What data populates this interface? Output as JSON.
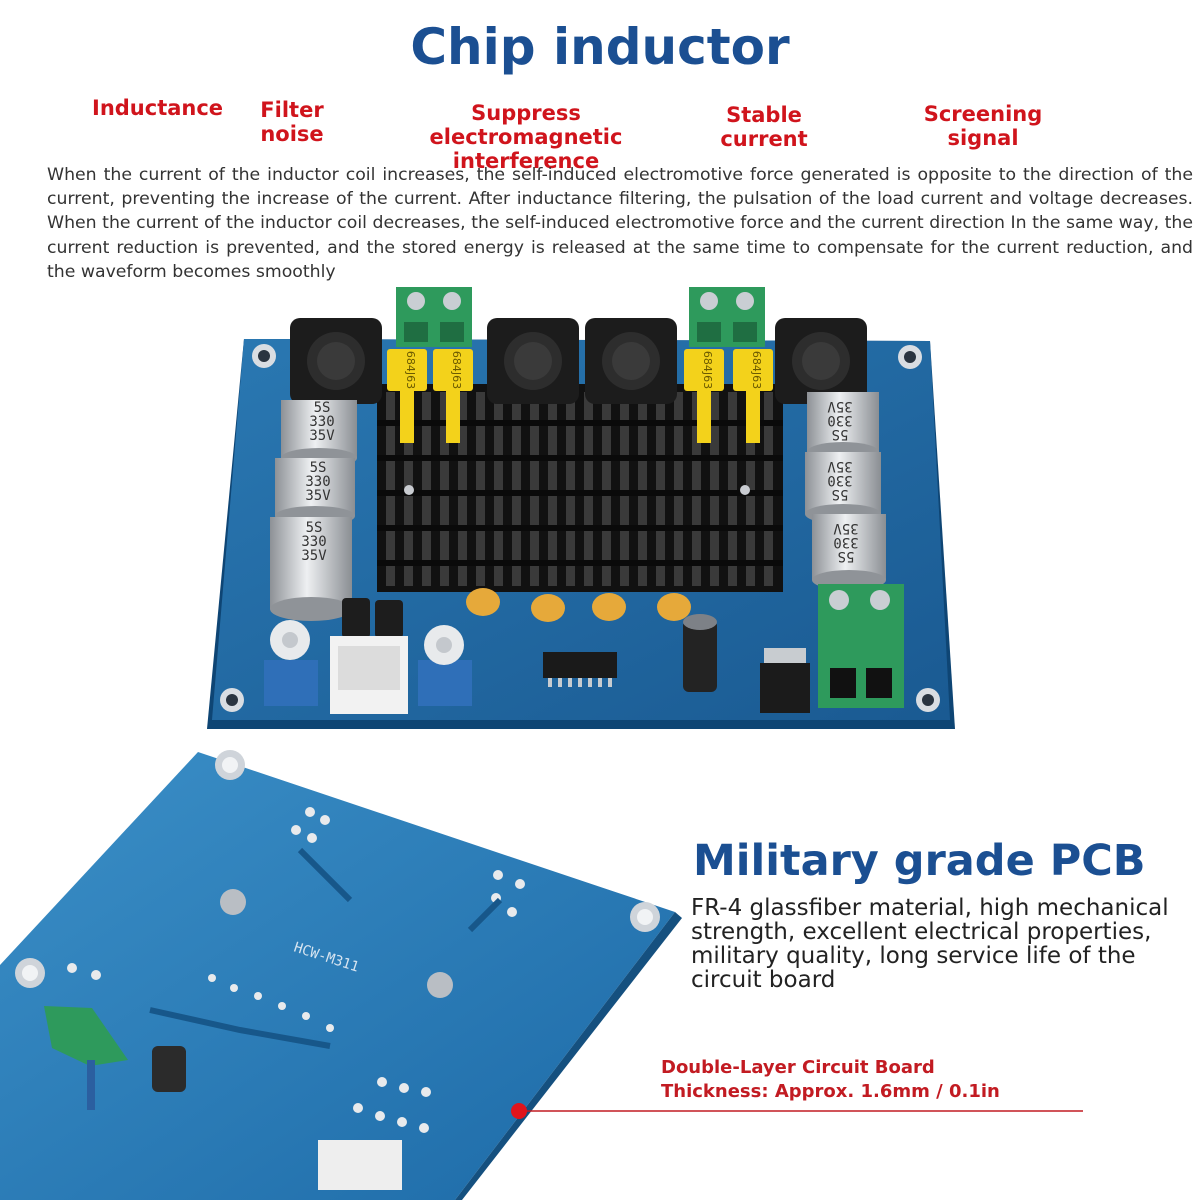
{
  "header": {
    "title": "Chip inductor",
    "features": [
      "Inductance",
      "Filter noise",
      "Suppress electromagnetic interference",
      "Stable current",
      "Screening signal"
    ],
    "description": "When the current of the inductor coil increases, the self-induced electromotive force generated is opposite to the direction of the current, preventing the increase of the current. After inductance filtering, the pulsation of the load current and voltage decreases. When the current of the inductor coil decreases, the self-induced electromotive force and the current direction In the same way, the current reduction is prevented, and the stored energy is released at the same time to compensate for the current reduction, and the waveform becomes smoothly"
  },
  "board_top": {
    "capacitor_label_lines": [
      "5S",
      "330",
      "35V"
    ],
    "film_cap_label": "684J63"
  },
  "board_bottom": {
    "silkscreen": "HCW-M311"
  },
  "pcb_section": {
    "title": "Military grade PCB",
    "description": "FR-4 glassfiber material, high mechanical strength, excellent electrical properties, military quality, long service life of the circuit board",
    "callout_line1": "Double-Layer Circuit Board",
    "callout_line2": "Thickness: Approx. 1.6mm / 0.1in"
  },
  "colors": {
    "title_blue": "#1b4f92",
    "feature_red": "#d0141c",
    "pcb_blue": "#1f6aa3",
    "heatsink": "#222222",
    "terminal_green": "#2e9a5c",
    "film_cap_yellow": "#f3d21b"
  }
}
